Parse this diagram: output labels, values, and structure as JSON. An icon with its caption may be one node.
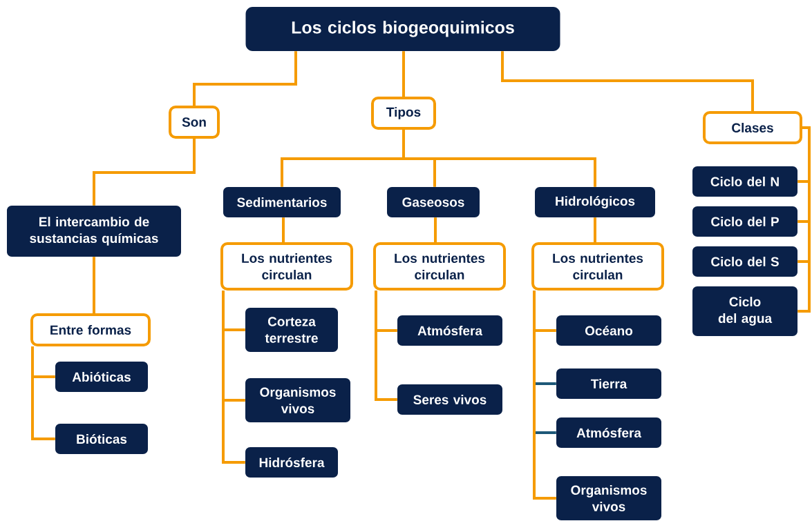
{
  "diagram": {
    "nodes": [
      {
        "text": [
          "Los ciclos biogeoquimicos"
        ]
      },
      {
        "text": [
          "Son"
        ]
      },
      {
        "text": [
          "Tipos"
        ]
      },
      {
        "text": [
          "Clases"
        ]
      },
      {
        "text": [
          "El intercambio de sustancias químicas"
        ]
      },
      {
        "text": [
          "Entre formas"
        ]
      },
      {
        "text": [
          "Abióticas"
        ]
      },
      {
        "text": [
          "Bióticas"
        ]
      },
      {
        "text": [
          "Sedimentarios"
        ]
      },
      {
        "text": [
          "Gaseosos"
        ]
      },
      {
        "text": [
          "Hidrológicos"
        ]
      },
      {
        "text": [
          "Los nutrientes circulan"
        ]
      },
      {
        "text": [
          "Los nutrientes circulan"
        ]
      },
      {
        "text": [
          "Los nutrientes circulan"
        ]
      },
      {
        "text": [
          "Corteza terrestre"
        ]
      },
      {
        "text": [
          "Organismos vivos"
        ]
      },
      {
        "text": [
          "Hidrósfera"
        ]
      },
      {
        "text": [
          "Atmósfera"
        ]
      },
      {
        "text": [
          "Seres vivos"
        ]
      },
      {
        "text": [
          "Océano"
        ]
      },
      {
        "text": [
          "Tierra"
        ]
      },
      {
        "text": [
          "Atmósfera"
        ]
      },
      {
        "text": [
          "Organismos vivos"
        ]
      },
      {
        "text": [
          "Ciclo del N"
        ]
      },
      {
        "text": [
          "Ciclo del P"
        ]
      },
      {
        "text": [
          "Ciclo del S"
        ]
      },
      {
        "text": [
          "Ciclo del agua"
        ]
      }
    ],
    "edges": [
      {
        "from": 0,
        "to": 1,
        "arrow": "none"
      },
      {
        "from": 0,
        "to": 2,
        "arrow": "none"
      },
      {
        "from": 0,
        "to": 3,
        "arrow": "none"
      },
      {
        "from": 1,
        "to": 4,
        "arrow": "none"
      },
      {
        "from": 4,
        "to": 5,
        "arrow": "none"
      },
      {
        "from": 5,
        "to": 6,
        "arrow": "none"
      },
      {
        "from": 5,
        "to": 7,
        "arrow": "none"
      },
      {
        "from": 2,
        "to": 8,
        "arrow": "none"
      },
      {
        "from": 2,
        "to": 9,
        "arrow": "none"
      },
      {
        "from": 2,
        "to": 10,
        "arrow": "none"
      },
      {
        "from": 8,
        "to": 11,
        "arrow": "none"
      },
      {
        "from": 9,
        "to": 12,
        "arrow": "none"
      },
      {
        "from": 10,
        "to": 13,
        "arrow": "none"
      },
      {
        "from": 11,
        "to": 14,
        "arrow": "none"
      },
      {
        "from": 11,
        "to": 15,
        "arrow": "none"
      },
      {
        "from": 11,
        "to": 16,
        "arrow": "none"
      },
      {
        "from": 12,
        "to": 17,
        "arrow": "none"
      },
      {
        "from": 12,
        "to": 18,
        "arrow": "none"
      },
      {
        "from": 13,
        "to": 19,
        "arrow": "none"
      },
      {
        "from": 13,
        "to": 20,
        "arrow": "none",
        "color": "#1d5878"
      },
      {
        "from": 13,
        "to": 21,
        "arrow": "none",
        "color": "#1d5878"
      },
      {
        "from": 13,
        "to": 22,
        "arrow": "none"
      },
      {
        "from": 3,
        "to": 23,
        "arrow": "none"
      },
      {
        "from": 3,
        "to": 24,
        "arrow": "none"
      },
      {
        "from": 3,
        "to": 25,
        "arrow": "none"
      },
      {
        "from": 3,
        "to": 26,
        "arrow": "none"
      }
    ]
  }
}
